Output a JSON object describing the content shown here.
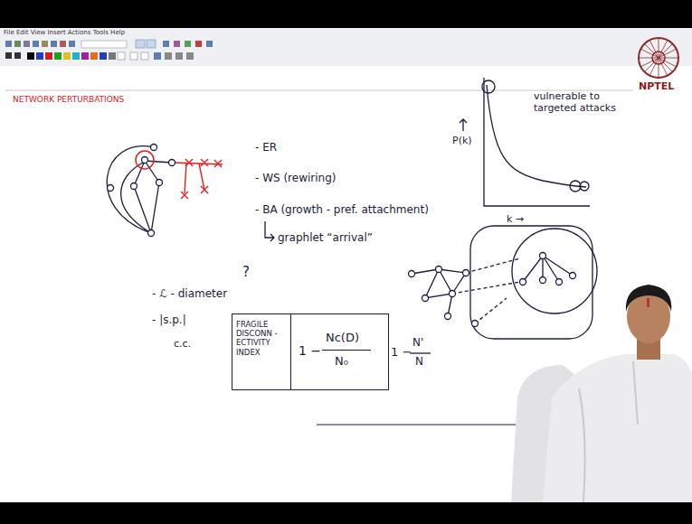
{
  "diagram": {
    "title": "NETWORK PERTURBATIONS",
    "nodes": [
      {
        "text": [
          "FRAGILE DISCONN -ECTIVITY INDEX"
        ]
      },
      {
        "text": [
          "1 −",
          "Nc(D)",
          "N₀"
        ]
      }
    ],
    "labels": [
      "File Edit View Insert Actions Tools Help",
      "NPTEL",
      "- ER",
      "- WS (rewiring)",
      "- BA (growth - pref. attachment)",
      "graphlet “arrival”",
      "P(k)",
      "k →",
      "vulnerable to targeted attacks",
      "- ℒ - diameter",
      "- |s.p.|",
      "c.c.",
      "?",
      "1 −",
      "N'",
      "N"
    ]
  }
}
